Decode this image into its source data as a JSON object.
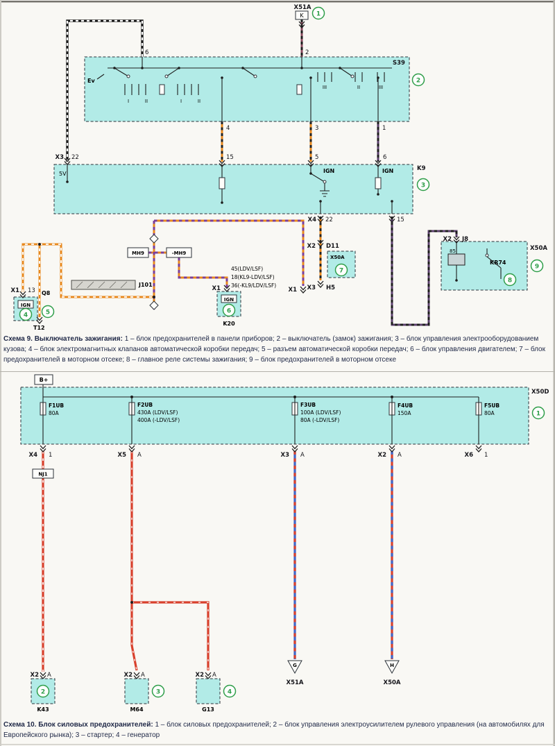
{
  "colors": {
    "block_fill": "#b2ebe7",
    "circle_green": "#2f9e49",
    "wire_orange": "#e8891e",
    "wire_purple": "#7c3f98",
    "wire_dark_violet": "#5a3f6b",
    "wire_red": "#d8402c",
    "wire_blue": "#3f66c9",
    "caption_color": "#1e2746"
  },
  "scheme9": {
    "top_connector": {
      "label": "X51A",
      "pin_letter": "K",
      "circle": "1",
      "wire_pin": "2"
    },
    "s39": {
      "label": "S39",
      "circle": "2",
      "ev": "Ev",
      "pin_top_left": "6",
      "pins_bottom": [
        "4",
        "3",
        "1"
      ],
      "positions": [
        "I",
        "II",
        "I",
        "II",
        "III",
        "II",
        "III"
      ]
    },
    "x3": {
      "conn": "X3",
      "pin": "22"
    },
    "k9": {
      "label": "K9",
      "circle": "3",
      "v5": "5V",
      "pin15": "15",
      "pin5": "5",
      "pin6": "6",
      "ign_a": "IGN",
      "ign_b": "IGN",
      "out_x4": "X4",
      "out_22": "22",
      "out_15": "15"
    },
    "d11": {
      "conn": "X2",
      "pin": "D11",
      "box_label": "X50A",
      "circle": "7"
    },
    "h5": {
      "conn": "X3",
      "pin": "H5"
    },
    "j8": {
      "conn": "X2",
      "pin": "J8"
    },
    "kr74": {
      "pin85": "85",
      "label": "KR74",
      "circle_8": "8",
      "box_label": "X50A",
      "circle_9": "9"
    },
    "x1_13": {
      "conn": "X1",
      "pin": "13"
    },
    "box4": {
      "label": "IGN",
      "circle": "4"
    },
    "q8": {
      "label": "Q8",
      "circle": "5",
      "t12": "T12"
    },
    "j101": {
      "label": "J101"
    },
    "mh9": {
      "label": "MH9"
    },
    "mh9m": {
      "label": "-MH9"
    },
    "ecm": {
      "line1": "45(LDV/LSF)",
      "line2": "18(KL9-LDV/LSF)",
      "line3": "36(-KL9/LDV/LSF)",
      "x1_a": "X1",
      "x1_b": "X1"
    },
    "box6": {
      "label": "IGN",
      "circle": "6",
      "k20": "K20"
    },
    "caption": {
      "title": "Схема 9. Выключатель зажигания:",
      "body": "1 – блок предохранителей в панели приборов; 2 – выключатель (замок) зажигания; 3 – блок управления электрооборудованием кузова; 4 – блок электромагнитных клапанов автоматической коробки передач; 5 – разъем автоматической коробки передач; 6 – блок управления двигателем; 7 – блок предохранителей в моторном отсеке; 8 – главное реле системы зажигания; 9 – блок предохранителей в моторном отсеке"
    }
  },
  "scheme10": {
    "bplus": "B+",
    "x50d": {
      "label": "X50D",
      "circle": "1"
    },
    "fuses": [
      {
        "name": "F1UB",
        "rating1": "80A"
      },
      {
        "name": "F2UB",
        "rating1": "430A (LDV/LSF)",
        "rating2": "400A (-LDV/LSF)"
      },
      {
        "name": "F3UB",
        "rating1": "100A (LDV/LSF)",
        "rating2": "80A (-LDV/LSF)"
      },
      {
        "name": "F4UB",
        "rating1": "150A"
      },
      {
        "name": "F5UB",
        "rating1": "80A"
      }
    ],
    "outputs": [
      {
        "conn": "X4",
        "pin": "1"
      },
      {
        "conn": "X5",
        "pin": "A"
      },
      {
        "conn": "X3",
        "pin": "A"
      },
      {
        "conn": "X2",
        "pin": "A"
      },
      {
        "conn": "X6",
        "pin": "1"
      }
    ],
    "nj1": "NJ1",
    "bottom": [
      {
        "conn": "X2",
        "pin": "A",
        "label": "K43",
        "circle": "2"
      },
      {
        "conn": "X2",
        "pin": "A",
        "label": "M64",
        "circle": "3"
      },
      {
        "conn": "X2",
        "pin": "A",
        "label": "G13",
        "circle": "4"
      }
    ],
    "tri_g": {
      "letter": "G",
      "label": "X51A"
    },
    "tri_h": {
      "letter": "H",
      "label": "X50A"
    },
    "caption": {
      "title": "Схема 10. Блок силовых предохранителей:",
      "body": "1 – блок силовых предохранителей; 2 – блок управления электроусилителем рулевого управления (на автомобилях для Европейского рынка); 3 – стартер; 4 – генератор"
    }
  }
}
